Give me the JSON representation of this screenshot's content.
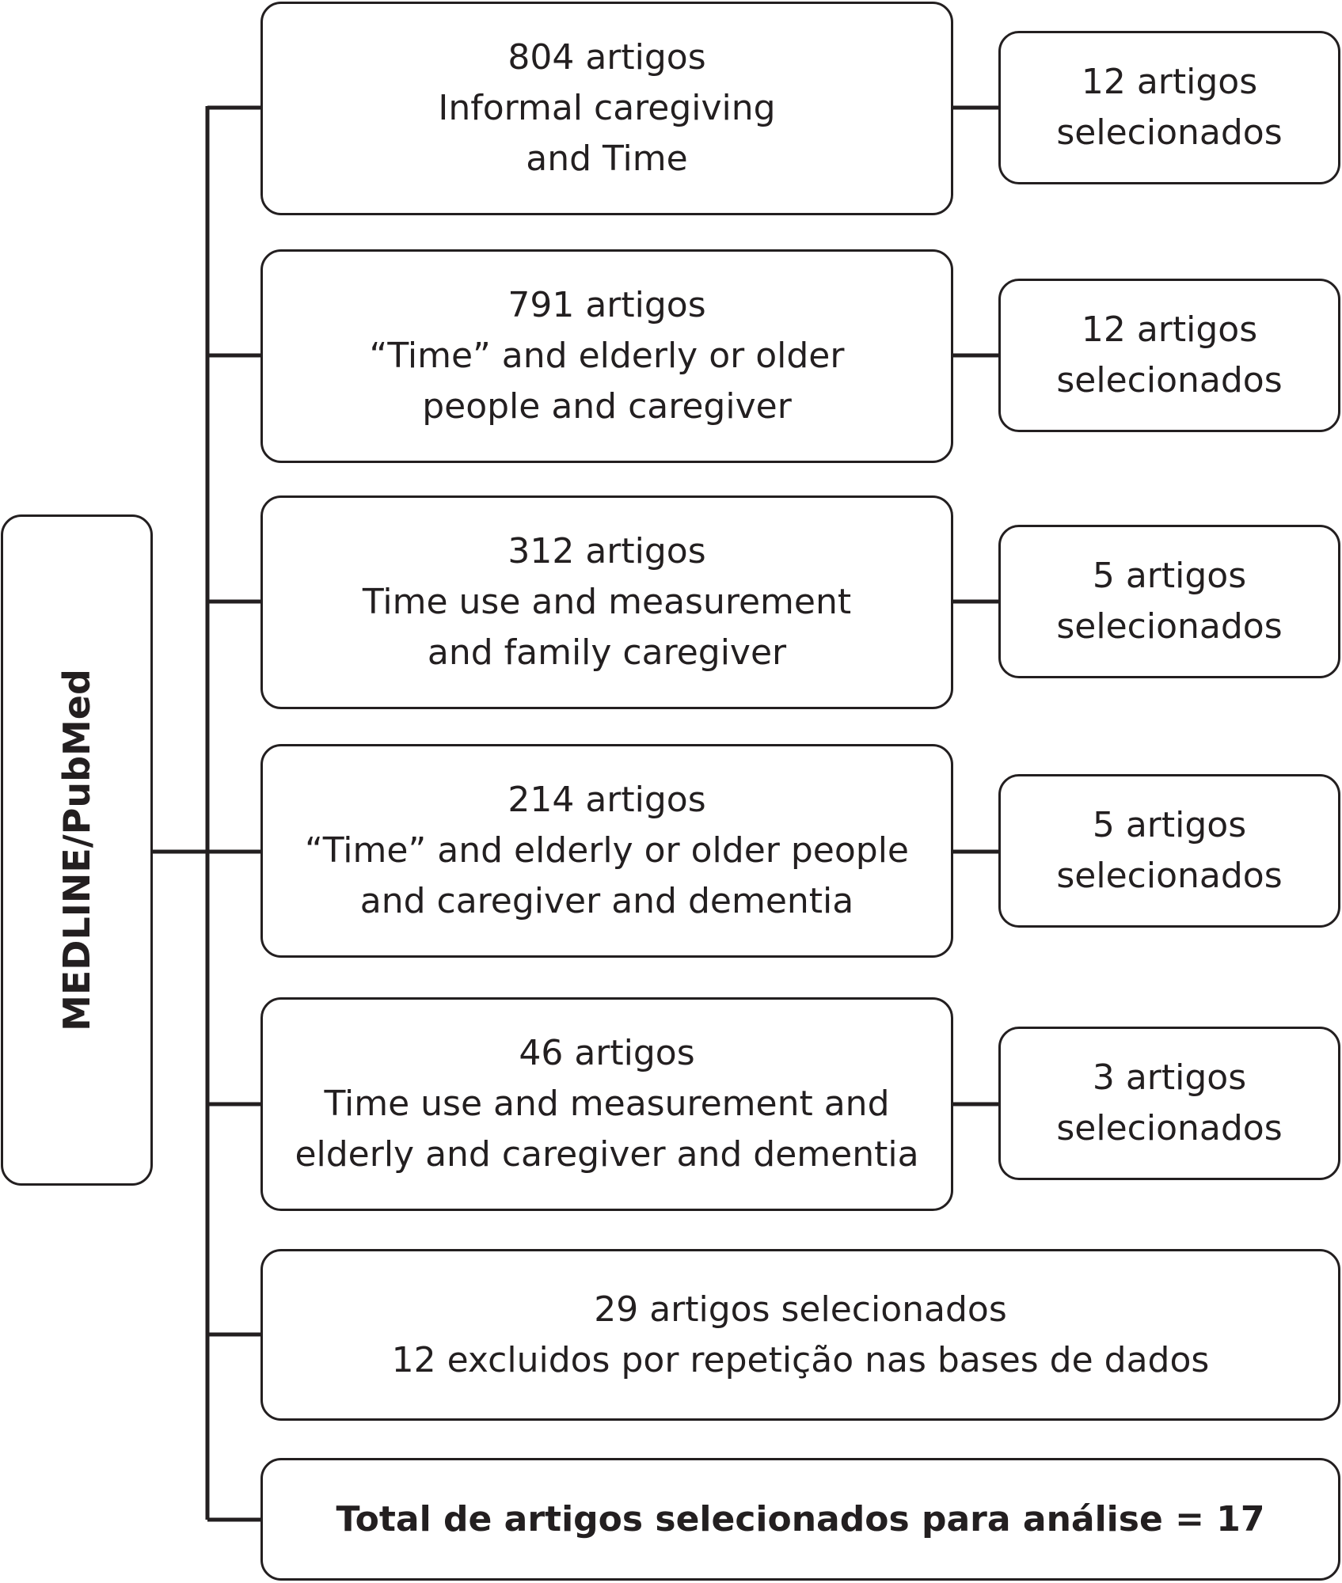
{
  "source": {
    "label": "MEDLINE/PubMed"
  },
  "searches": [
    {
      "count": "804  artigos",
      "terms": [
        "Informal caregiving",
        "and Time"
      ],
      "result": [
        "12 artigos",
        "selecionados"
      ]
    },
    {
      "count": "791  artigos",
      "terms": [
        "“Time” and elderly or older",
        "people and caregiver"
      ],
      "result": [
        "12 artigos",
        "selecionados"
      ]
    },
    {
      "count": "312 artigos",
      "terms": [
        "Time use and measurement",
        "and family caregiver"
      ],
      "result": [
        "5 artigos",
        "selecionados"
      ]
    },
    {
      "count": "214 artigos",
      "terms": [
        "“Time” and elderly or older people",
        "and caregiver and dementia"
      ],
      "result": [
        "5 artigos",
        "selecionados"
      ]
    },
    {
      "count": "46 artigos",
      "terms": [
        "Time use and measurement and",
        "elderly and caregiver and dementia"
      ],
      "result": [
        "3 artigos",
        "selecionados"
      ]
    }
  ],
  "merge": {
    "selected": "29 artigos selecionados",
    "excluded": "12 excluidos por repetição nas bases de dados"
  },
  "total": {
    "label": "Total de artigos selecionados para análise  =  17"
  }
}
